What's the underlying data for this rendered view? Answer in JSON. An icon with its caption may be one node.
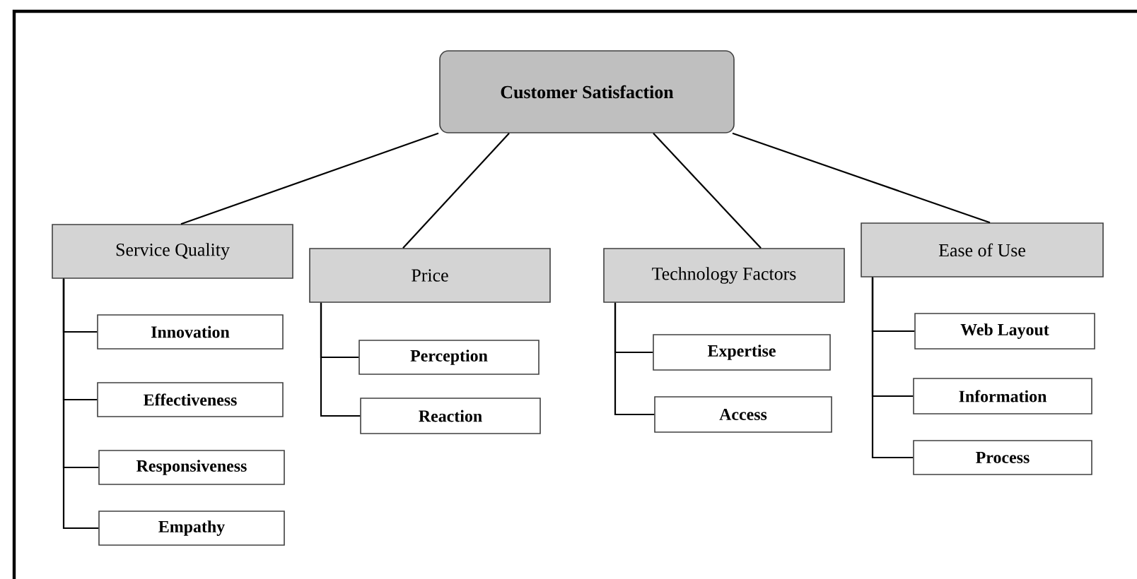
{
  "diagram": {
    "nodes": [
      {
        "text": [
          "Customer Satisfaction"
        ]
      },
      {
        "text": [
          "Service Quality"
        ]
      },
      {
        "text": [
          "Innovation"
        ]
      },
      {
        "text": [
          "Effectiveness"
        ]
      },
      {
        "text": [
          "Responsiveness"
        ]
      },
      {
        "text": [
          "Empathy"
        ]
      },
      {
        "text": [
          "Price"
        ]
      },
      {
        "text": [
          "Perception"
        ]
      },
      {
        "text": [
          "Reaction"
        ]
      },
      {
        "text": [
          "Technology Factors"
        ]
      },
      {
        "text": [
          "Expertise"
        ]
      },
      {
        "text": [
          "Access"
        ]
      },
      {
        "text": [
          "Ease of Use"
        ]
      },
      {
        "text": [
          "Web Layout"
        ]
      },
      {
        "text": [
          "Information"
        ]
      },
      {
        "text": [
          "Process"
        ]
      }
    ],
    "edges": [
      {
        "from": 0,
        "to": 1,
        "arrow": "none"
      },
      {
        "from": 0,
        "to": 6,
        "arrow": "none"
      },
      {
        "from": 0,
        "to": 9,
        "arrow": "none"
      },
      {
        "from": 0,
        "to": 12,
        "arrow": "none"
      },
      {
        "from": 1,
        "to": 2,
        "arrow": "none"
      },
      {
        "from": 1,
        "to": 3,
        "arrow": "none"
      },
      {
        "from": 1,
        "to": 4,
        "arrow": "none"
      },
      {
        "from": 1,
        "to": 5,
        "arrow": "none"
      },
      {
        "from": 6,
        "to": 7,
        "arrow": "none"
      },
      {
        "from": 6,
        "to": 8,
        "arrow": "none"
      },
      {
        "from": 9,
        "to": 10,
        "arrow": "none"
      },
      {
        "from": 9,
        "to": 11,
        "arrow": "none"
      },
      {
        "from": 12,
        "to": 13,
        "arrow": "none"
      },
      {
        "from": 12,
        "to": 14,
        "arrow": "none"
      },
      {
        "from": 12,
        "to": 15,
        "arrow": "none"
      }
    ]
  }
}
